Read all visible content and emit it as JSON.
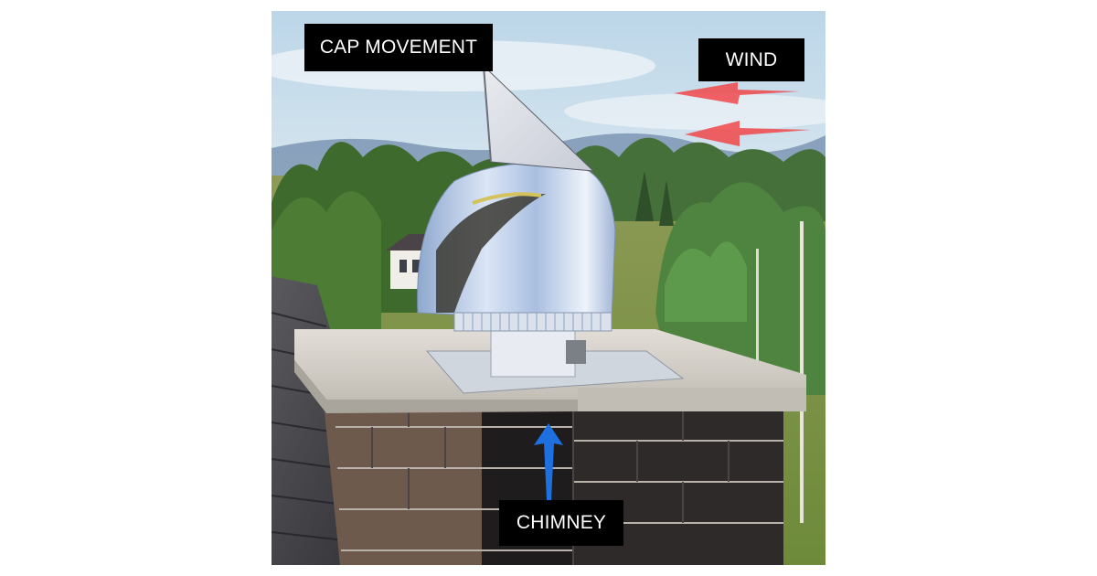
{
  "image": {
    "description": "Wind-directional stainless steel chimney cap on a brick chimney with rural background",
    "labels": {
      "cap_movement": "CAP MOVEMENT",
      "wind": "WIND",
      "chimney": "CHIMNEY"
    },
    "arrows": {
      "wind": {
        "direction": "left",
        "count": 2,
        "color": "#f0484a"
      },
      "chimney": {
        "direction": "up",
        "count": 1,
        "color": "#1e6fe0"
      }
    },
    "colors": {
      "label_bg": "#000000",
      "label_text": "#ffffff",
      "sky": "#cfe2ee",
      "foliage": "#4f7a3a",
      "brick": "#2a2626",
      "concrete": "#d6d2cb",
      "steel": "#c8d6ea"
    }
  }
}
